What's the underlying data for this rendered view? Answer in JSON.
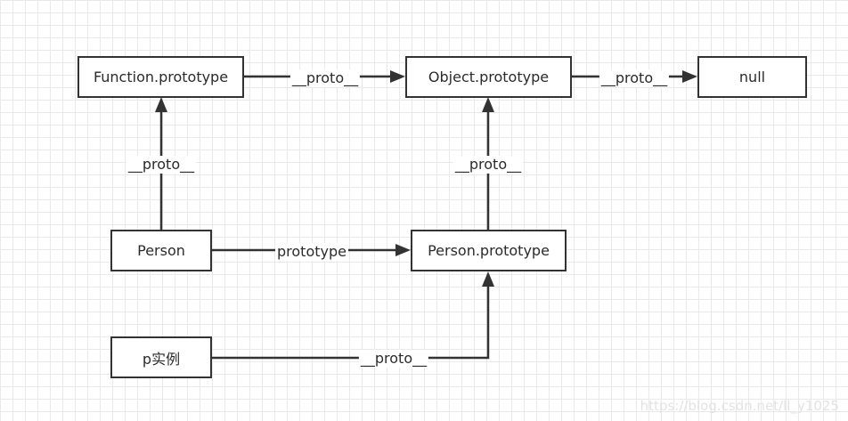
{
  "nodes": {
    "function_prototype": "Function.prototype",
    "object_prototype": "Object.prototype",
    "null_node": "null",
    "person": "Person",
    "person_prototype": "Person.prototype",
    "p_instance": "p实例"
  },
  "edges": {
    "function_to_object": "__proto__",
    "object_to_null": "__proto__",
    "person_to_function": "__proto__",
    "person_proto_to_object": "__proto__",
    "person_to_person_proto": "prototype",
    "p_to_person_proto": "__proto__"
  },
  "watermark": "https://blog.csdn.net/ll_y1025",
  "colors": {
    "line": "#333333",
    "grid": "#e9e9e9"
  }
}
